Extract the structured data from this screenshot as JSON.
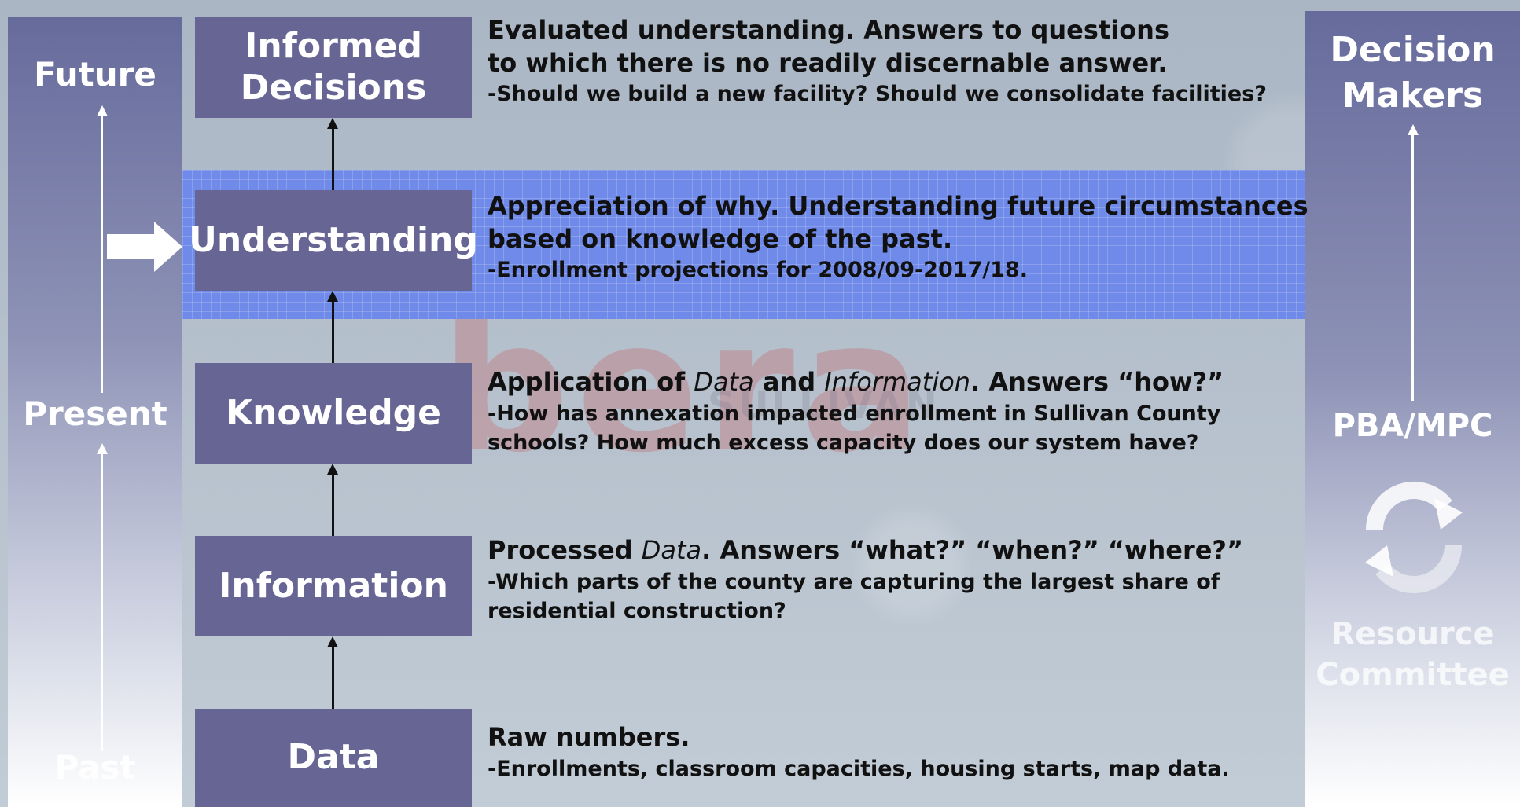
{
  "watermark": {
    "main": "bera",
    "sub": "SULLIVAN"
  },
  "left_column": {
    "top": "Future",
    "middle": "Present",
    "bottom": "Past"
  },
  "right_column": {
    "top_line1": "Decision",
    "top_line2": "Makers",
    "middle": "PBA/MPC",
    "bottom_line1": "Resource",
    "bottom_line2": "Committee"
  },
  "levels": [
    {
      "box_line1": "Informed",
      "box_line2": "Decisions",
      "head1": "Evaluated understanding.  Answers to questions",
      "head2": "to which there is no readily discernable answer.",
      "sub1": "-Should we build a new facility?  Should we consolidate facilities?"
    },
    {
      "box": "Understanding",
      "head1": "Appreciation of why.  Understanding future circumstances",
      "head2": "based on knowledge of the past.",
      "sub1": "-Enrollment projections for 2008/09-2017/18."
    },
    {
      "box": "Knowledge",
      "head_pre": "Application of ",
      "head_em1": "Data",
      "head_mid": " and ",
      "head_em2": "Information",
      "head_post": ".  Answers “how?”",
      "sub1": "-How has annexation impacted enrollment in Sullivan County",
      "sub2": "schools?  How much excess capacity does our system have?"
    },
    {
      "box": "Information",
      "head_pre": "Processed ",
      "head_em1": "Data",
      "head_post": ".  Answers “what?” “when?” “where?”",
      "sub1": "-Which parts of the county are capturing the largest share of",
      "sub2": "residential construction?"
    },
    {
      "box": "Data",
      "head1": "Raw numbers.",
      "sub1": "-Enrollments, classroom capacities, housing starts, map data."
    }
  ],
  "colors": {
    "box": "#676594",
    "highlight_band": "#6f8ae8",
    "column": "#676b9c"
  },
  "icons": {
    "current_level_marker": "arrow-right-icon",
    "cycle": "refresh-cycle-icon"
  }
}
